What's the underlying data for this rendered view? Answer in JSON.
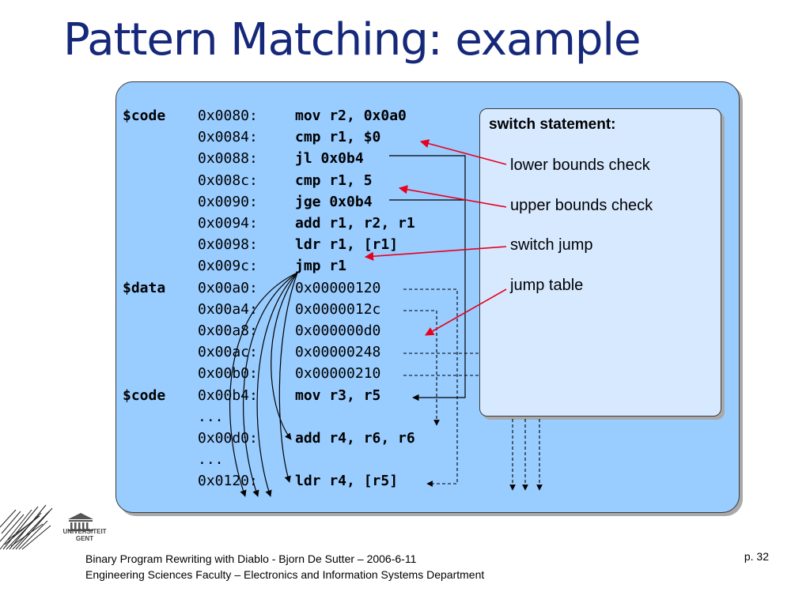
{
  "slide": {
    "title": "Pattern Matching: example"
  },
  "code_block": {
    "sections": [
      {
        "label": "$code",
        "row": 0
      },
      {
        "label": "$data",
        "row": 8
      },
      {
        "label": "$code",
        "row": 13
      }
    ],
    "rows": [
      {
        "addr": "0x0080:",
        "instr": "mov r2, 0x0a0",
        "bold": true
      },
      {
        "addr": "0x0084:",
        "instr": "cmp r1, $0",
        "bold": true
      },
      {
        "addr": "0x0088:",
        "instr": "jl 0x0b4",
        "bold": true
      },
      {
        "addr": "0x008c:",
        "instr": "cmp r1, 5",
        "bold": true
      },
      {
        "addr": "0x0090:",
        "instr": "jge 0x0b4",
        "bold": true
      },
      {
        "addr": "0x0094:",
        "instr": "add r1, r2, r1",
        "bold": true
      },
      {
        "addr": "0x0098:",
        "instr": "ldr r1, [r1]",
        "bold": true
      },
      {
        "addr": "0x009c:",
        "instr": "jmp r1",
        "bold": true
      },
      {
        "addr": "0x00a0:",
        "instr": "0x00000120",
        "bold": false
      },
      {
        "addr": "0x00a4:",
        "instr": "0x0000012c",
        "bold": false
      },
      {
        "addr": "0x00a8:",
        "instr": "0x000000d0",
        "bold": false
      },
      {
        "addr": "0x00ac:",
        "instr": "0x00000248",
        "bold": false
      },
      {
        "addr": "0x00b0:",
        "instr": "0x00000210",
        "bold": false
      },
      {
        "addr": "0x00b4:",
        "instr": "mov r3, r5",
        "bold": true
      },
      {
        "addr": "...",
        "instr": "",
        "bold": false
      },
      {
        "addr": "0x00d0:",
        "instr": "add r4, r6, r6",
        "bold": true
      },
      {
        "addr": "...",
        "instr": "",
        "bold": false
      },
      {
        "addr": "0x0120:",
        "instr": "ldr r4, [r5]",
        "bold": true
      }
    ]
  },
  "annotation_box": {
    "heading": "switch statement:",
    "items": [
      "lower bounds check",
      "upper bounds check",
      "switch jump",
      "jump table"
    ]
  },
  "colors": {
    "title": "#16287a",
    "panel": "#99ccff",
    "info_box": "#d7e9ff",
    "arrow_red": "#e8001c"
  },
  "logo": {
    "line1": "UNIVERSITEIT",
    "line2": "GENT"
  },
  "footer": {
    "line1": "Binary Program Rewriting with Diablo - Bjorn De Sutter – 2006-6-11",
    "line2": "Engineering Sciences Faculty – Electronics and Information Systems Department",
    "page": "p. 32"
  }
}
